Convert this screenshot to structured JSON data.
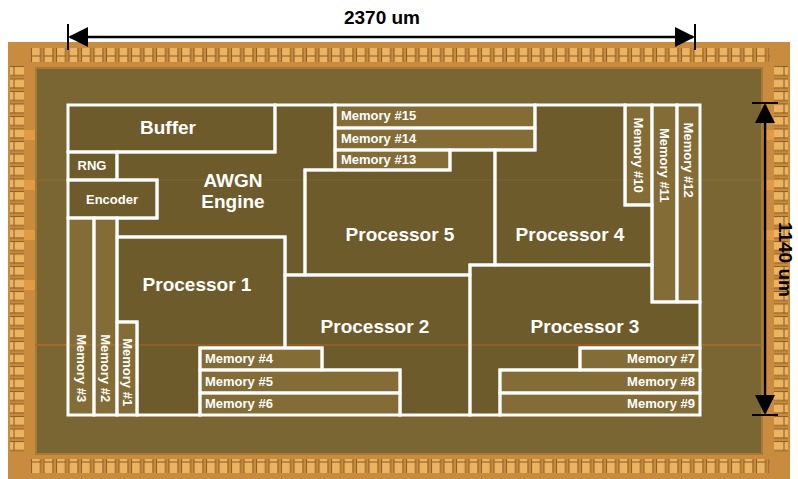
{
  "diagram": {
    "nodes": [
      {
        "text": [
          "Buffer"
        ]
      },
      {
        "text": [
          "Memory #15"
        ]
      },
      {
        "text": [
          "Memory #14"
        ]
      },
      {
        "text": [
          "Memory #13"
        ]
      },
      {
        "text": [
          "Memory #10"
        ]
      },
      {
        "text": [
          "Memory #11"
        ]
      },
      {
        "text": [
          "Memory #12"
        ]
      },
      {
        "text": [
          "RNG"
        ]
      },
      {
        "text": [
          "AWGN Engine"
        ]
      },
      {
        "text": [
          "Encoder"
        ]
      },
      {
        "text": [
          "Processor 5"
        ]
      },
      {
        "text": [
          "Processor 4"
        ]
      },
      {
        "text": [
          "Processor 1"
        ]
      },
      {
        "text": [
          "Processor 2"
        ]
      },
      {
        "text": [
          "Processor 3"
        ]
      },
      {
        "text": [
          "Memory #3"
        ]
      },
      {
        "text": [
          "Memory #2"
        ]
      },
      {
        "text": [
          "Memory #1"
        ]
      },
      {
        "text": [
          "Memory #4"
        ]
      },
      {
        "text": [
          "Memory #5"
        ]
      },
      {
        "text": [
          "Memory #6"
        ]
      },
      {
        "text": [
          "Memory #7"
        ]
      },
      {
        "text": [
          "Memory #8"
        ]
      },
      {
        "text": [
          "Memory #9"
        ]
      }
    ],
    "labels": [
      "2370 um",
      "1140 um"
    ]
  }
}
